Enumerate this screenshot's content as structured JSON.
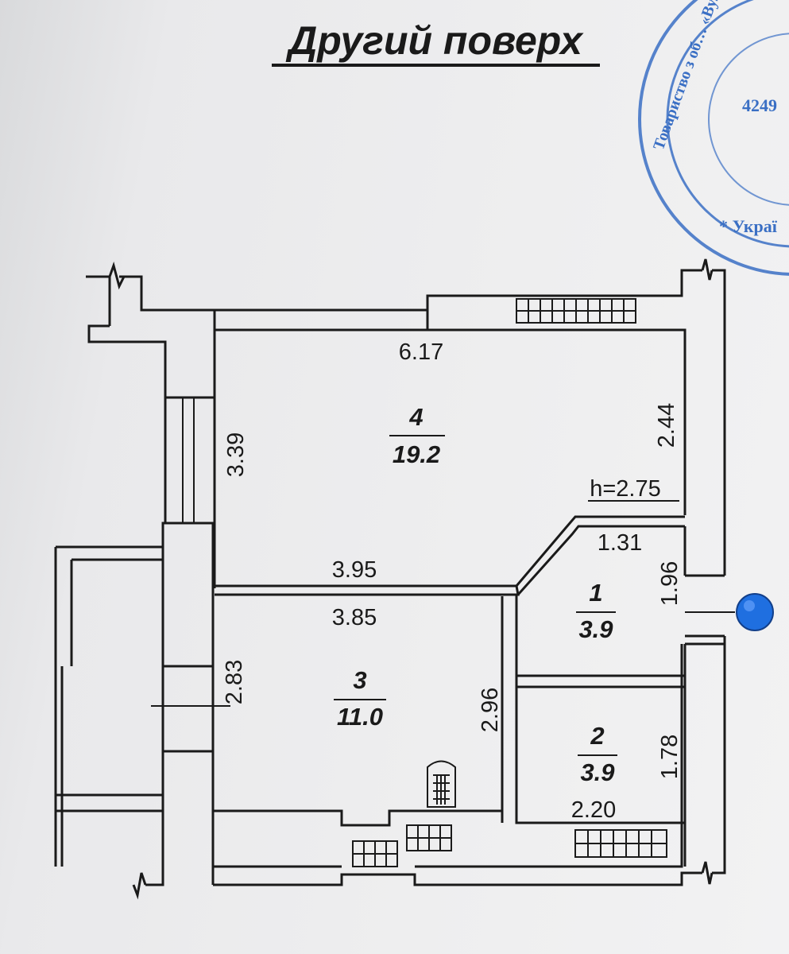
{
  "title": "Другий поверх",
  "stamp": {
    "ring_text": "Товариство з об… «Вулфінжині…",
    "code": "4249",
    "bottom_text": "* Украї",
    "color": "#3a6fc4"
  },
  "rooms": [
    {
      "number": "4",
      "area": "19.2"
    },
    {
      "number": "3",
      "area": "11.0"
    },
    {
      "number": "1",
      "area": "3.9"
    },
    {
      "number": "2",
      "area": "3.9"
    }
  ],
  "dimensions": {
    "top_width": "6.17",
    "left_room4": "3.39",
    "right_room4": "2.44",
    "ceiling_height": "h=2.75",
    "partition_short": "1.31",
    "room1_height": "1.96",
    "room4_bottom": "3.95",
    "room3_top": "3.85",
    "room3_left": "2.83",
    "room3_right": "2.96",
    "room2_height": "1.78",
    "room2_width": "2.20"
  },
  "colors": {
    "line": "#1a1a1a",
    "entrance_marker": "#1f6fe0"
  }
}
